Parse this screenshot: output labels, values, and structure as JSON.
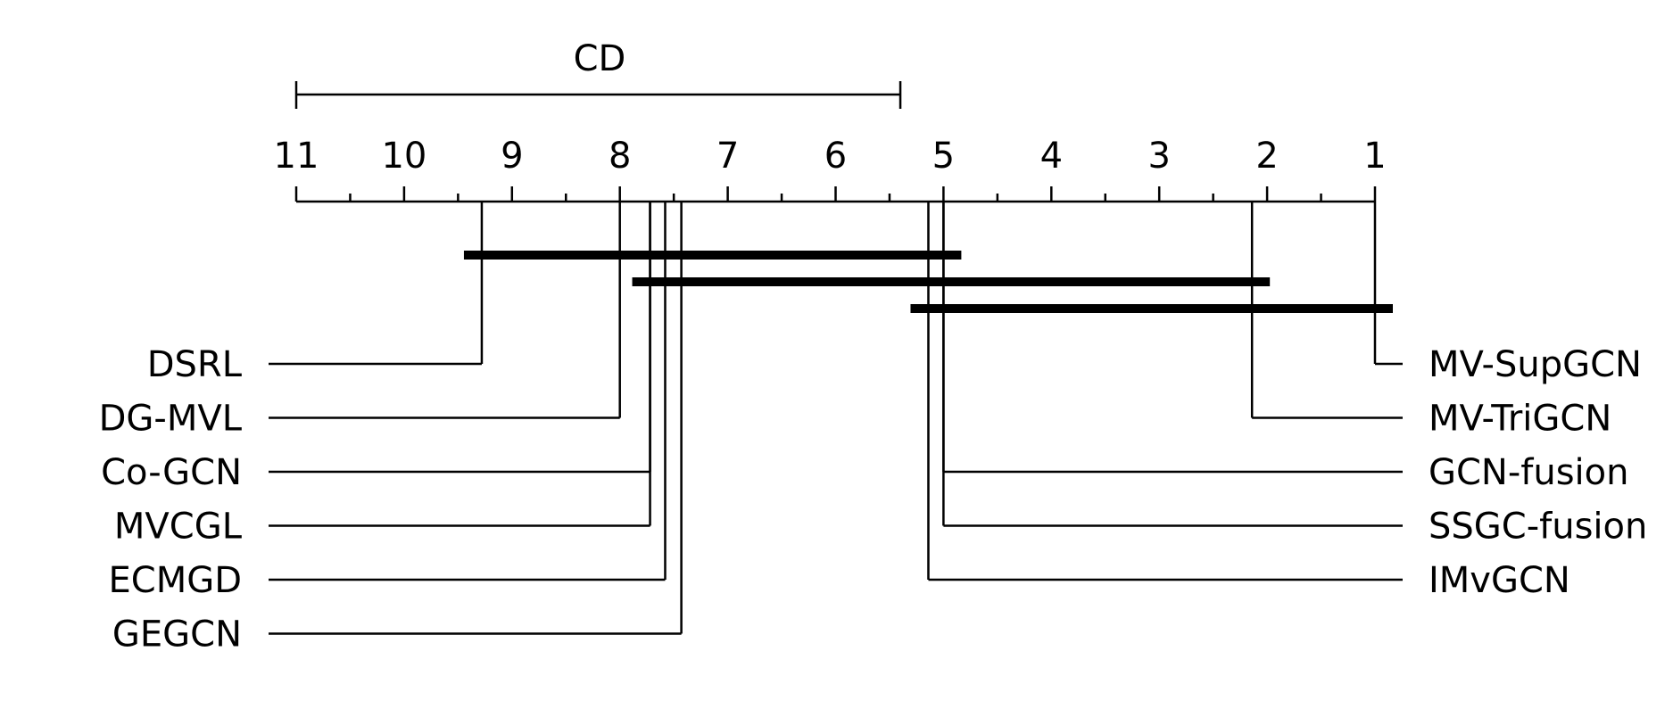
{
  "chart_data": {
    "type": "critical-difference",
    "cd_label": "CD",
    "cd_value": 5.6,
    "axis": {
      "min": 1,
      "max": 11,
      "reversed": true,
      "ticks": [
        "11",
        "10",
        "9",
        "8",
        "7",
        "6",
        "5",
        "4",
        "3",
        "2",
        "1"
      ]
    },
    "methods_left": [
      {
        "name": "DSRL",
        "rank": 9.28
      },
      {
        "name": "DG-MVL",
        "rank": 8.0
      },
      {
        "name": "Co-GCN",
        "rank": 7.72
      },
      {
        "name": "MVCGL",
        "rank": 7.72
      },
      {
        "name": "ECMGD",
        "rank": 7.58
      },
      {
        "name": "GEGCN",
        "rank": 7.43
      }
    ],
    "methods_right": [
      {
        "name": "MV-SupGCN",
        "rank": 1.0
      },
      {
        "name": "MV-TriGCN",
        "rank": 2.14
      },
      {
        "name": "GCN-fusion",
        "rank": 5.0
      },
      {
        "name": "SSGC-fusion",
        "rank": 5.0
      },
      {
        "name": "IMvGCN",
        "rank": 5.14
      }
    ],
    "cliques": [
      {
        "from": 9.28,
        "to": 5.0
      },
      {
        "from": 7.72,
        "to": 2.14
      },
      {
        "from": 5.14,
        "to": 1.0
      }
    ]
  }
}
